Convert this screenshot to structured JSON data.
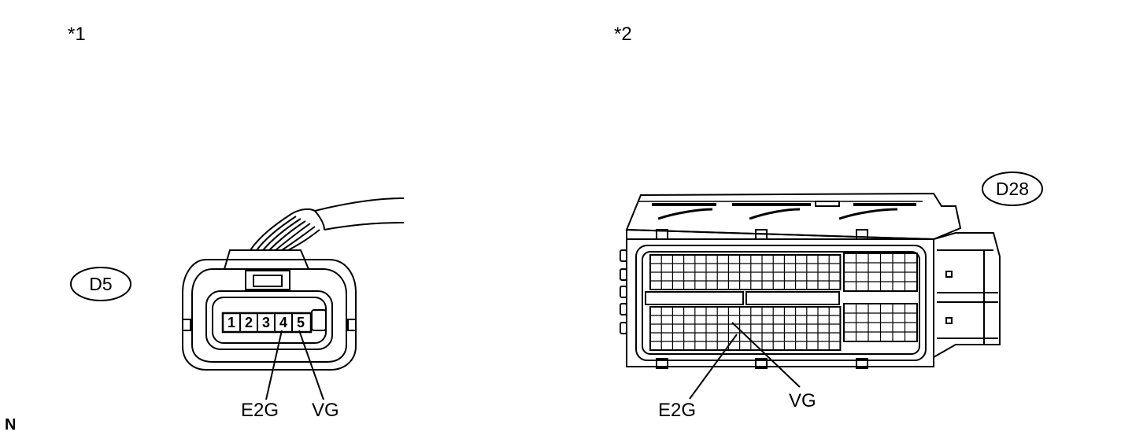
{
  "left_panel": {
    "marker": "*1",
    "connector_code": "D5",
    "pins": [
      "1",
      "2",
      "3",
      "4",
      "5"
    ],
    "pin_labels": {
      "e2g": "E2G",
      "vg": "VG"
    }
  },
  "right_panel": {
    "marker": "*2",
    "connector_code": "D28",
    "pin_labels": {
      "e2g": "E2G",
      "vg": "VG"
    }
  },
  "corner_mark": "N"
}
